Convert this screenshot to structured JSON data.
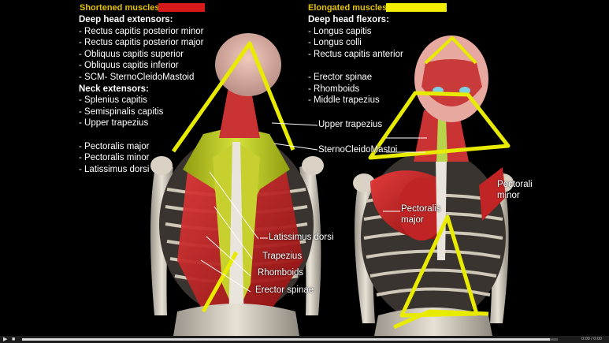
{
  "left_panel": {
    "legend_title": "Shortened muscles:",
    "legend_color": "#d61a1a",
    "groups": [
      {
        "heading": "Deep head extensors:",
        "items": [
          "- Rectus capitis posterior minor",
          "- Rectus capitis posterior major",
          "- Obliquus capitis superior",
          "- Obliquus capitis inferior",
          "- SCM- SternoCleidoMastoid"
        ]
      },
      {
        "heading": "Neck extensors:",
        "items": [
          "- Splenius capitis",
          "- Semispinalis capitis",
          "- Upper trapezius"
        ]
      },
      {
        "heading": "",
        "items": [
          "- Pectoralis major",
          "- Pectoralis minor",
          "- Latissimus dorsi"
        ]
      }
    ]
  },
  "right_panel": {
    "legend_title": "Elongated muscles:",
    "legend_color": "#f2ee00",
    "groups": [
      {
        "heading": "Deep head flexors:",
        "items": [
          "- Longus capitis",
          "- Longus colli",
          "- Rectus capitis anterior"
        ]
      },
      {
        "heading": "",
        "items": [
          "- Erector spinae",
          "- Rhomboids",
          "- Middle trapezius"
        ]
      }
    ]
  },
  "figure_labels": {
    "upper_trapezius": "Upper trapezius",
    "scm": "SternoCleidoMastoi",
    "latissimus": "Latissimus dorsi",
    "trapezius": "Trapezius",
    "rhomboids": "Rhomboids",
    "erector": "Erector spinae",
    "pec_major_1": "Pectoralis",
    "pec_major_2": "major",
    "pec_minor_1": "Pectorali",
    "pec_minor_2": "minor"
  },
  "player": {
    "play_icon": "play-icon",
    "volume_icon": "volume-icon",
    "progress": 0.985,
    "time_label": "0:00 / 0:00"
  }
}
